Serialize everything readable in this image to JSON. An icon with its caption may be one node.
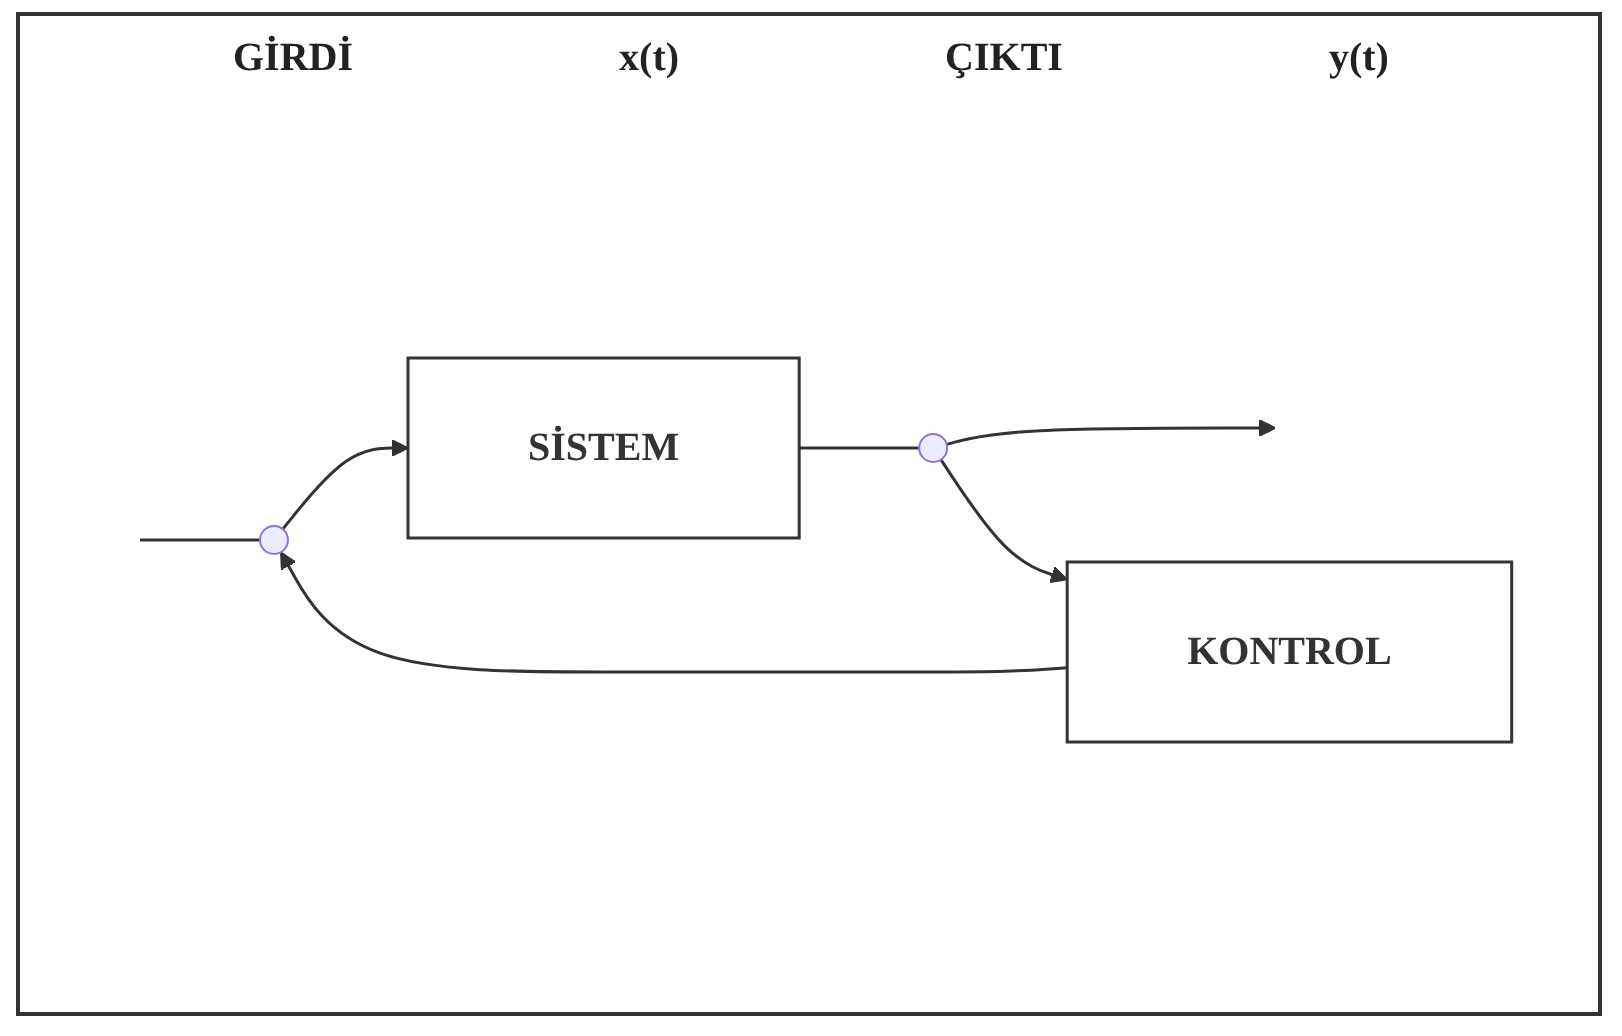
{
  "diagram": {
    "nodes": [
      {
        "text": [
          "SİSTEM"
        ]
      },
      {
        "text": [
          "KONTROL"
        ]
      },
      {
        "text": [],
        "shape": "circle"
      },
      {
        "text": [],
        "shape": "circle"
      }
    ],
    "edges": [
      {
        "from": null,
        "to": 2,
        "arrow": "none"
      },
      {
        "from": 2,
        "to": 0,
        "arrow": "to"
      },
      {
        "from": 0,
        "to": 3,
        "arrow": "none"
      },
      {
        "from": 3,
        "to": null,
        "arrow": "to"
      },
      {
        "from": 3,
        "to": 1,
        "arrow": "to"
      },
      {
        "from": 1,
        "to": 2,
        "arrow": "to"
      }
    ],
    "labels": [
      "GİRDİ",
      "x(t)",
      "ÇIKTI",
      "y(t)"
    ]
  }
}
